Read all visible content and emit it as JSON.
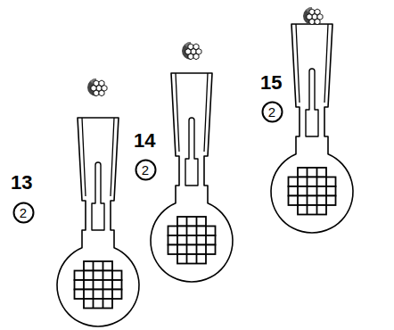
{
  "diagram": {
    "nodes": [
      {
        "text": [
          "2"
        ]
      },
      {
        "text": [
          "2"
        ]
      },
      {
        "text": [
          "2"
        ]
      }
    ],
    "labels": [
      "13",
      "14",
      "15"
    ]
  }
}
